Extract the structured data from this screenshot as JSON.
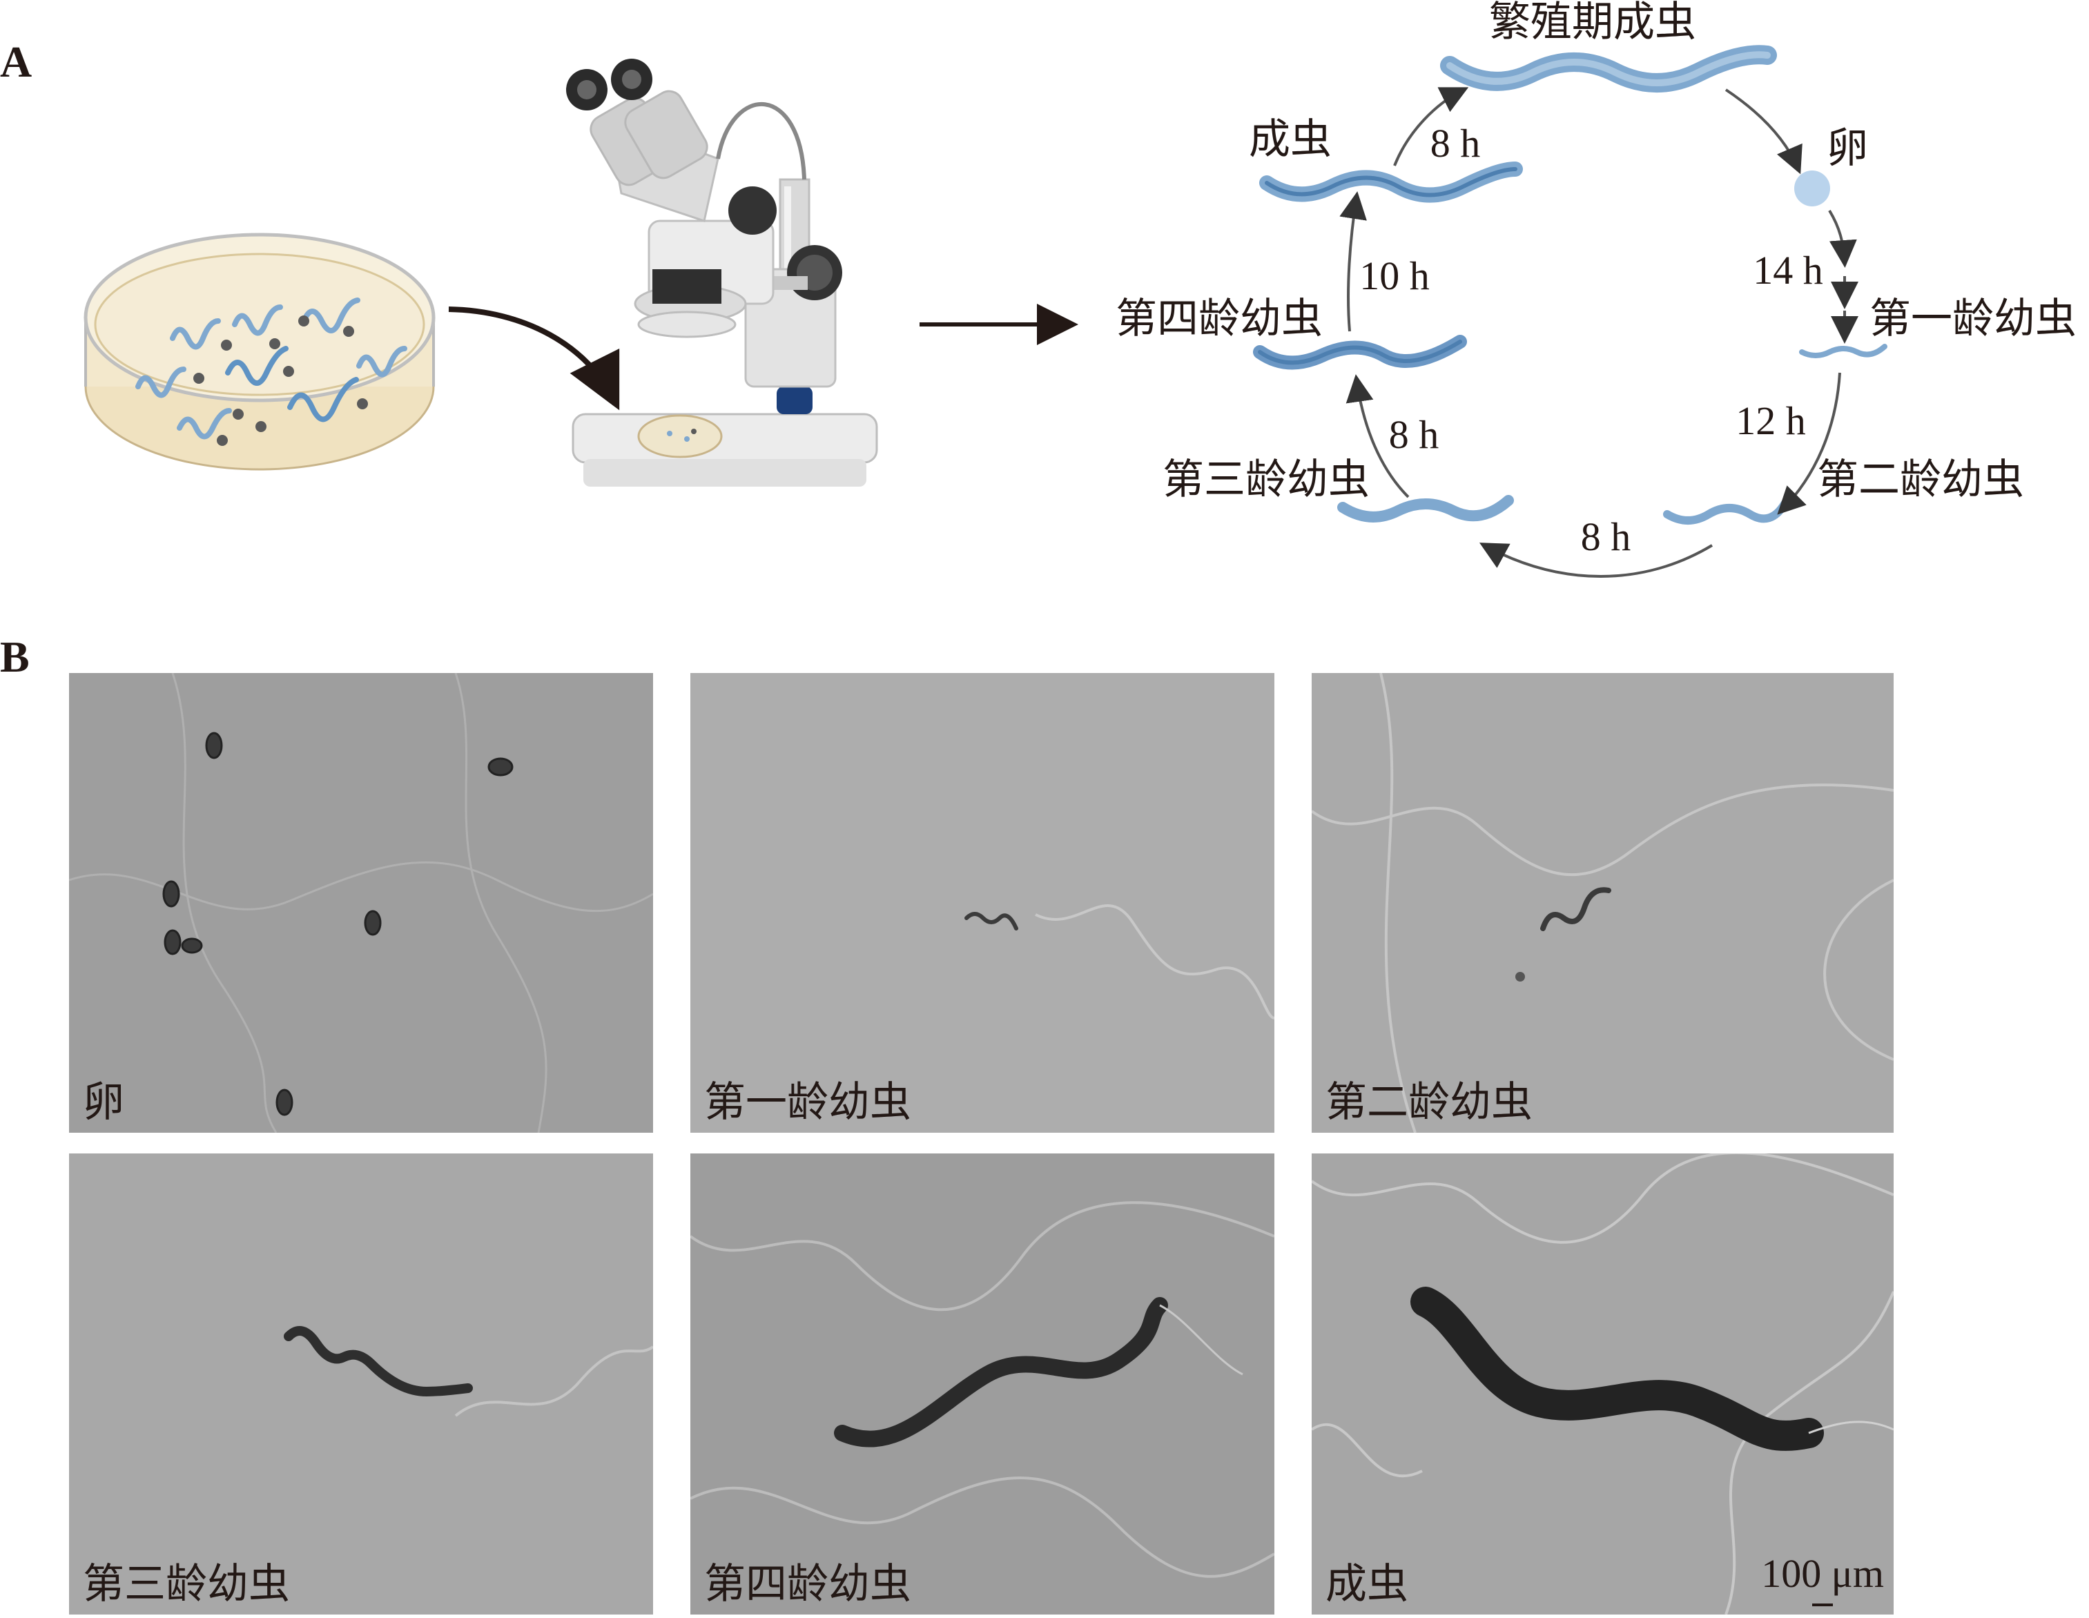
{
  "figure": {
    "panel_a_letter": "A",
    "panel_b_letter": "B"
  },
  "lifecycle": {
    "stages": [
      {
        "id": "gravid-adult",
        "label": "繁殖期成虫"
      },
      {
        "id": "egg",
        "label": "卵"
      },
      {
        "id": "l1",
        "label": "第一龄幼虫"
      },
      {
        "id": "l2",
        "label": "第二龄幼虫"
      },
      {
        "id": "l3",
        "label": "第三龄幼虫"
      },
      {
        "id": "l4",
        "label": "第四龄幼虫"
      },
      {
        "id": "adult",
        "label": "成虫"
      }
    ],
    "durations": {
      "egg_to_l1": "14 h",
      "l1_to_l2": "12 h",
      "l2_to_l3": "8 h",
      "l3_to_l4": "8 h",
      "l4_to_adult": "10 h",
      "adult_to_gravid": "8 h"
    }
  },
  "micrographs": [
    {
      "label": "卵"
    },
    {
      "label": "第一龄幼虫"
    },
    {
      "label": "第二龄幼虫"
    },
    {
      "label": "第三龄幼虫"
    },
    {
      "label": "第四龄幼虫"
    },
    {
      "label": "成虫"
    }
  ],
  "scale_bar": {
    "label": "100 μm"
  },
  "colors": {
    "worm_blue": "#7fa8cf",
    "worm_dark": "#4d7fb0",
    "agar": "#f5ecd6",
    "photo_bg": "#a9a9a9",
    "text": "#231815"
  }
}
